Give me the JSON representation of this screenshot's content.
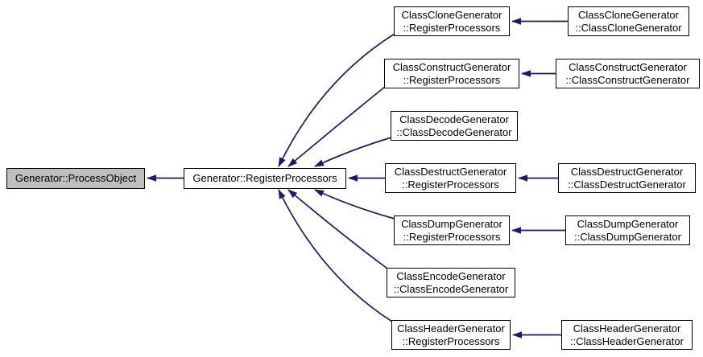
{
  "diagram": {
    "kind": "doxygen-caller-graph",
    "colors": {
      "edge": "#191970",
      "node_border": "#000000",
      "node_fill": "#ffffff",
      "highlight_fill": "#bfbfbf",
      "text": "#000000",
      "background": "#ffffff"
    },
    "nodes": [
      {
        "id": "generator-process-object",
        "label": "Generator::ProcessObject",
        "highlighted": true
      },
      {
        "id": "generator-register-processors",
        "label": "Generator::RegisterProcessors",
        "highlighted": false
      },
      {
        "id": "class-clone-generator-register-processors",
        "label": "ClassCloneGenerator\n::RegisterProcessors",
        "highlighted": false
      },
      {
        "id": "class-clone-generator-constructor",
        "label": "ClassCloneGenerator\n::ClassCloneGenerator",
        "highlighted": false
      },
      {
        "id": "class-construct-generator-register-processors",
        "label": "ClassConstructGenerator\n::RegisterProcessors",
        "highlighted": false
      },
      {
        "id": "class-construct-generator-constructor",
        "label": "ClassConstructGenerator\n::ClassConstructGenerator",
        "highlighted": false
      },
      {
        "id": "class-decode-generator-constructor",
        "label": "ClassDecodeGenerator\n::ClassDecodeGenerator",
        "highlighted": false
      },
      {
        "id": "class-destruct-generator-register-processors",
        "label": "ClassDestructGenerator\n::RegisterProcessors",
        "highlighted": false
      },
      {
        "id": "class-destruct-generator-constructor",
        "label": "ClassDestructGenerator\n::ClassDestructGenerator",
        "highlighted": false
      },
      {
        "id": "class-dump-generator-register-processors",
        "label": "ClassDumpGenerator\n::RegisterProcessors",
        "highlighted": false
      },
      {
        "id": "class-dump-generator-constructor",
        "label": "ClassDumpGenerator\n::ClassDumpGenerator",
        "highlighted": false
      },
      {
        "id": "class-encode-generator-constructor",
        "label": "ClassEncodeGenerator\n::ClassEncodeGenerator",
        "highlighted": false
      },
      {
        "id": "class-header-generator-register-processors",
        "label": "ClassHeaderGenerator\n::RegisterProcessors",
        "highlighted": false
      },
      {
        "id": "class-header-generator-constructor",
        "label": "ClassHeaderGenerator\n::ClassHeaderGenerator",
        "highlighted": false
      }
    ],
    "edges": [
      {
        "from": "generator-register-processors",
        "to": "generator-process-object"
      },
      {
        "from": "class-clone-generator-register-processors",
        "to": "generator-register-processors"
      },
      {
        "from": "class-construct-generator-register-processors",
        "to": "generator-register-processors"
      },
      {
        "from": "class-decode-generator-constructor",
        "to": "generator-register-processors"
      },
      {
        "from": "class-destruct-generator-register-processors",
        "to": "generator-register-processors"
      },
      {
        "from": "class-dump-generator-register-processors",
        "to": "generator-register-processors"
      },
      {
        "from": "class-encode-generator-constructor",
        "to": "generator-register-processors"
      },
      {
        "from": "class-header-generator-register-processors",
        "to": "generator-register-processors"
      },
      {
        "from": "class-clone-generator-constructor",
        "to": "class-clone-generator-register-processors"
      },
      {
        "from": "class-construct-generator-constructor",
        "to": "class-construct-generator-register-processors"
      },
      {
        "from": "class-destruct-generator-constructor",
        "to": "class-destruct-generator-register-processors"
      },
      {
        "from": "class-dump-generator-constructor",
        "to": "class-dump-generator-register-processors"
      },
      {
        "from": "class-header-generator-constructor",
        "to": "class-header-generator-register-processors"
      }
    ]
  }
}
